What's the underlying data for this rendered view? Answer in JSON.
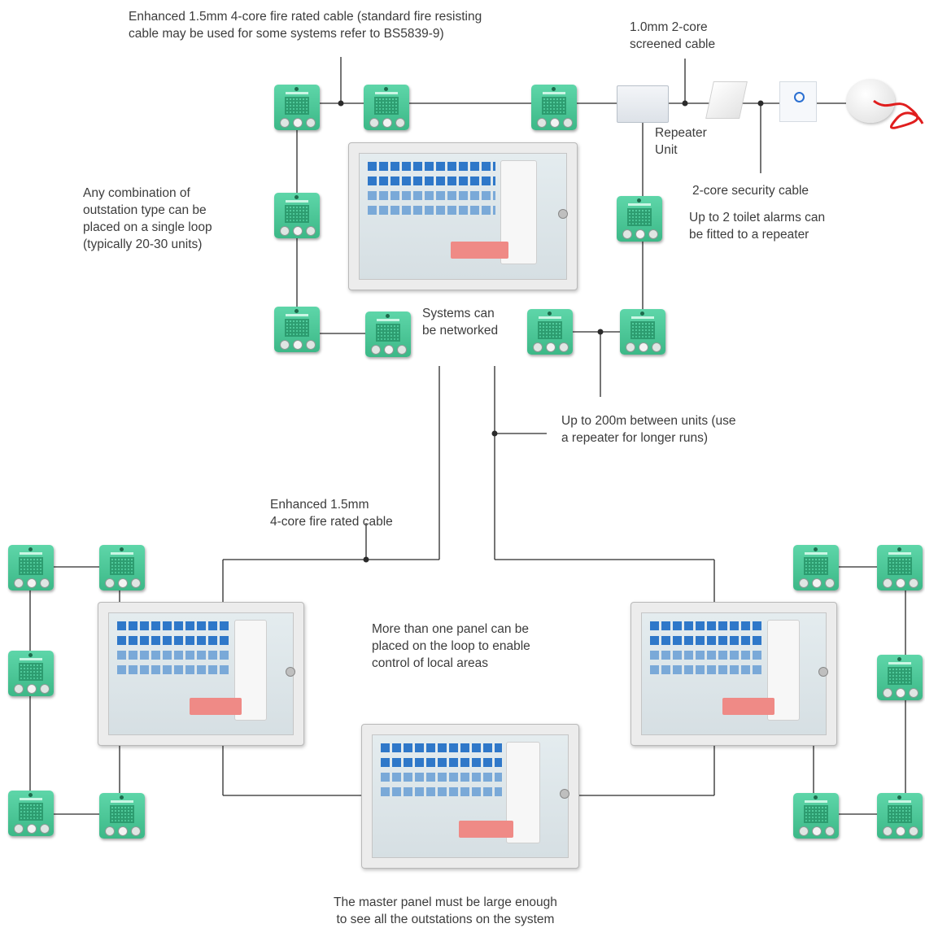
{
  "labels": {
    "top_cable": [
      "Enhanced 1.5mm 4-core fire rated cable (standard fire resisting",
      "cable may be used for some systems refer to BS5839-9)"
    ],
    "screened_cable": [
      "1.0mm 2-core",
      "screened cable"
    ],
    "repeater_unit": [
      "Repeater",
      "Unit"
    ],
    "security_cable": [
      "2-core security cable"
    ],
    "toilet_alarms": [
      "Up to 2 toilet alarms can",
      "be fitted to a repeater"
    ],
    "combination": [
      "Any combination of",
      "outstation type can be",
      "placed on a single loop",
      "(typically 20-30 units)"
    ],
    "networked": [
      "Systems can",
      "be networked"
    ],
    "distance": [
      "Up to 200m between units (use",
      "a repeater for longer runs)"
    ],
    "enhanced_cable": [
      "Enhanced 1.5mm",
      "4-core fire rated cable"
    ],
    "multi_panel": [
      "More than one panel can be",
      "placed on the loop to enable",
      "control of local areas"
    ],
    "master_panel": [
      "The master panel must be large enough",
      "to see all the outstations on the system"
    ]
  },
  "colors": {
    "outstation": "#3cb887",
    "wire": "#2b2b2b",
    "panel": "#ececec",
    "button": "#2f78c9",
    "label_red": "#ef8a86"
  }
}
